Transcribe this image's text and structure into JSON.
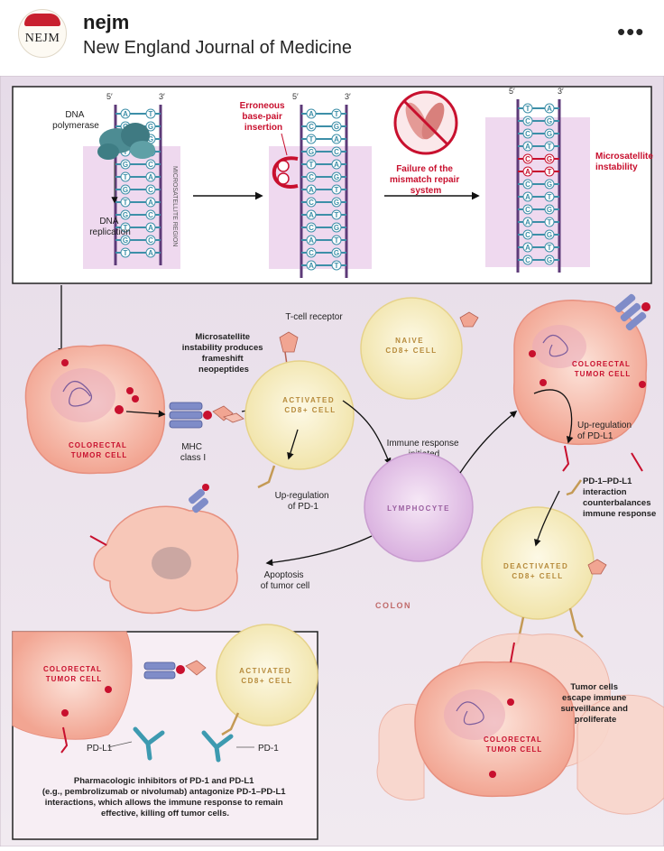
{
  "header": {
    "handle": "nejm",
    "full_name": "New England Journal of Medicine",
    "avatar_text": "NEJM",
    "more_label": "•••"
  },
  "dna": {
    "five_prime": "5′",
    "three_prime": "3′",
    "dna_polymerase": [
      "DNA",
      "polymerase"
    ],
    "dna_replication": [
      "DNA",
      "replication"
    ],
    "microsatellite_region": "MICROSATELLITE REGION",
    "erroneous": [
      "Erroneous",
      "base-pair",
      "insertion"
    ],
    "failure": [
      "Failure of the",
      "mismatch repair",
      "system"
    ],
    "instability": [
      "Microsatellite",
      "instability"
    ]
  },
  "cells": {
    "colorectal_tumor_cell": [
      "COLORECTAL",
      "TUMOR CELL"
    ],
    "activated_cd8": [
      "ACTIVATED",
      "CD8+ CELL"
    ],
    "naive_cd8": [
      "NAIVE",
      "CD8+ CELL"
    ],
    "lymphocyte": "LYMPHOCYTE",
    "deactivated_cd8": [
      "DEACTIVATED",
      "CD8+ CELL"
    ],
    "colon": "COLON"
  },
  "labels": {
    "msi_produces": [
      "Microsatellite",
      "instability produces",
      "frameshift",
      "neopeptides"
    ],
    "t_cell_receptor": "T-cell receptor",
    "mhc": [
      "MHC",
      "class I"
    ],
    "upregulation_pd1": [
      "Up-regulation",
      "of PD-1"
    ],
    "immune_response": [
      "Immune response",
      "initiated"
    ],
    "upregulation_pdl1": [
      "Up-regulation",
      "of PD-L1"
    ],
    "pd1_pdl1_interaction": [
      "PD-1–PD-L1",
      "interaction",
      "counterbalances",
      "immune response"
    ],
    "apoptosis": [
      "Apoptosis",
      "of tumor cell"
    ],
    "escape": [
      "Tumor cells",
      "escape immune",
      "surveillance and",
      "proliferate"
    ],
    "pd_l1": "PD-L1",
    "pd_1": "PD-1",
    "inset_caption": [
      "Pharmacologic inhibitors of PD-1 and PD-L1",
      "(e.g., pembrolizumab or nivolumab) antagonize PD-1–PD-L1",
      "interactions, which allows the immune response to remain",
      "effective, killing off tumor cells."
    ]
  },
  "dna_bases": {
    "strand1_left": [
      "A",
      "C",
      "C",
      "T",
      "G",
      "T",
      "G",
      "T",
      "G",
      "T",
      "G",
      "T"
    ],
    "strand1_right": [
      "T",
      "G",
      "G",
      "A",
      "C",
      "A",
      "C",
      "A",
      "C",
      "A",
      "C",
      "A"
    ],
    "strand2_left": [
      "A",
      "C",
      "T",
      "G",
      "T",
      "C",
      "A",
      "C",
      "A",
      "C",
      "A",
      "C",
      "A"
    ],
    "strand2_right": [
      "T",
      "G",
      "A",
      "C",
      "A",
      "G",
      "T",
      "G",
      "T",
      "G",
      "T",
      "G",
      "T"
    ],
    "strand3_left": [
      "T",
      "C",
      "C",
      "A",
      "C",
      "A",
      "C",
      "A",
      "C",
      "A",
      "C",
      "A",
      "C"
    ],
    "strand3_right": [
      "A",
      "G",
      "G",
      "T",
      "G",
      "T",
      "G",
      "T",
      "G",
      "T",
      "G",
      "T",
      "G"
    ]
  },
  "colors": {
    "background": "#e8dde8",
    "tumor_fill": "#f6b7a8",
    "cd8_fill": "#f7efc6",
    "lymphocyte_fill": "#e8c8ec",
    "accent_red": "#c8102e",
    "dna_purple": "#5d3a78"
  }
}
